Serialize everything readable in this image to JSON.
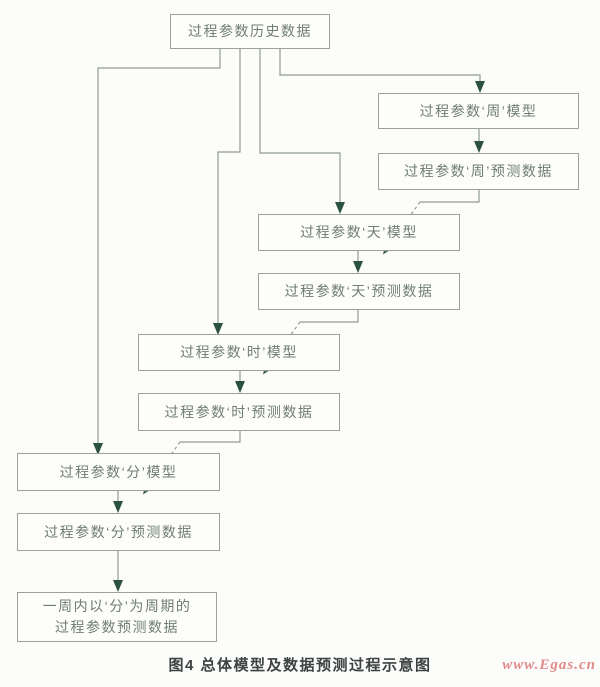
{
  "diagram": {
    "nodes": [
      {
        "id": "hist",
        "label": "过程参数历史数据"
      },
      {
        "id": "week-model",
        "label": "过程参数‘周’模型"
      },
      {
        "id": "week-data",
        "label": "过程参数‘周’预测数据"
      },
      {
        "id": "day-model",
        "label": "过程参数‘天’模型"
      },
      {
        "id": "day-data",
        "label": "过程参数‘天’预测数据"
      },
      {
        "id": "hour-model",
        "label": "过程参数‘时’模型"
      },
      {
        "id": "hour-data",
        "label": "过程参数‘时’预测数据"
      },
      {
        "id": "min-model",
        "label": "过程参数‘分’模型"
      },
      {
        "id": "min-data",
        "label": "过程参数‘分’预测数据"
      },
      {
        "id": "final",
        "lines": [
          "一周内以‘分’为周期的",
          "过程参数预测数据"
        ]
      }
    ],
    "caption": "图4  总体模型及数据预测过程示意图",
    "watermark": "www.Egas.cn",
    "colors": {
      "border": "#9aa29b",
      "text": "#6f7d73",
      "arrow": "#2c5141",
      "line": "#8e9c90",
      "caption": "#3c4340",
      "watermark": "#e08a8a"
    }
  }
}
